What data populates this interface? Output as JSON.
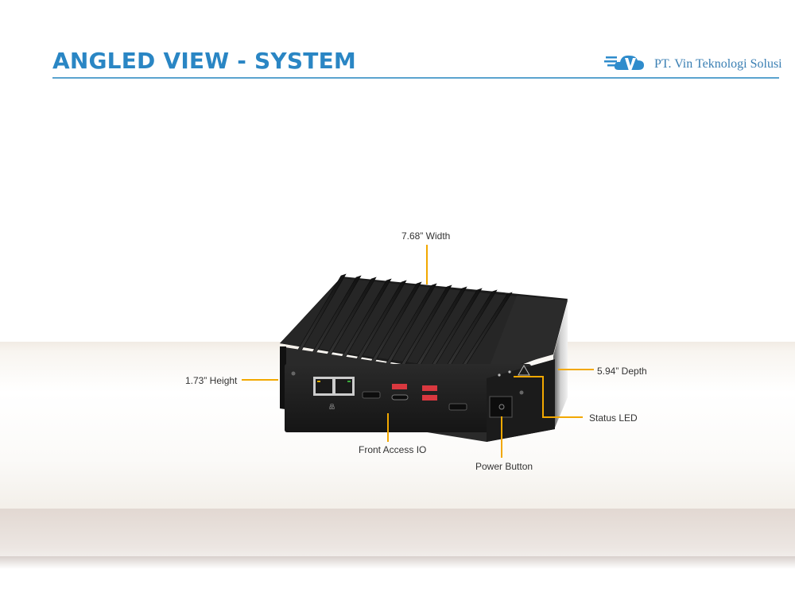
{
  "slide": {
    "title": "ANGLED VIEW - SYSTEM",
    "company": "PT. Vin Teknologi Solusi"
  },
  "callouts": {
    "width": "7.68” Width",
    "height": "1.73” Height",
    "depth": "5.94” Depth",
    "status_led": "Status LED",
    "front_io": "Front Access IO",
    "power_button": "Power Button"
  },
  "colors": {
    "title": "#2a86c4",
    "accent_line": "#f2a800",
    "chassis": "#1e1e1e",
    "usb_red": "#d9383f"
  }
}
